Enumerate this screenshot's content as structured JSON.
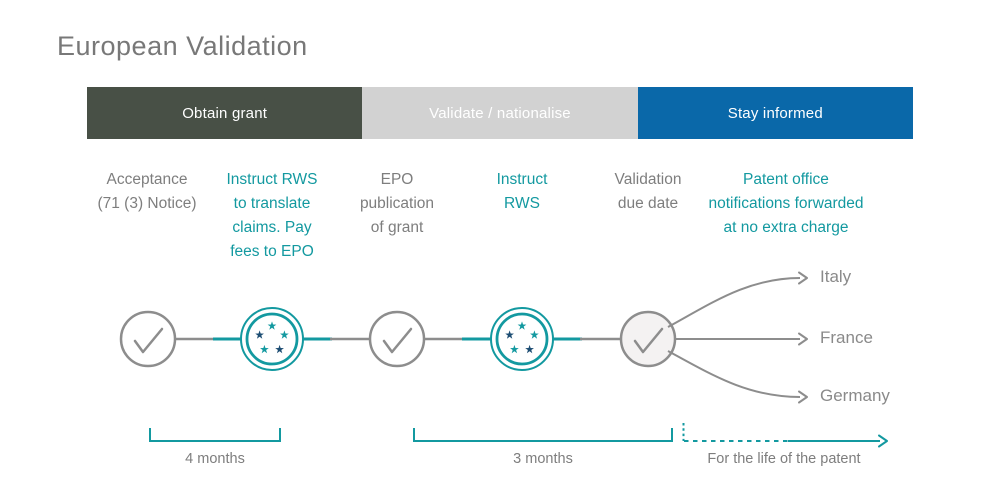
{
  "title": "European Validation",
  "phases": [
    {
      "label": "Obtain grant",
      "color": "#485046"
    },
    {
      "label": "Validate / nationalise",
      "color": "#d2d2d2"
    },
    {
      "label": "Stay informed",
      "color": "#0a68a9"
    }
  ],
  "steps": [
    {
      "label": "Acceptance\n(71 (3) Notice)",
      "highlighted": false
    },
    {
      "label": "Instruct RWS\nto translate\nclaims. Pay\nfees to EPO",
      "highlighted": true
    },
    {
      "label": "EPO\npublication\nof grant",
      "highlighted": false
    },
    {
      "label": "Instruct\nRWS",
      "highlighted": true
    },
    {
      "label": "Validation\ndue date",
      "highlighted": false
    },
    {
      "label": "Patent office\nnotifications forwarded\nat no extra charge",
      "highlighted": true
    }
  ],
  "countries": [
    {
      "label": "Italy"
    },
    {
      "label": "France"
    },
    {
      "label": "Germany"
    }
  ],
  "durations": [
    {
      "label": "4 months"
    },
    {
      "label": "3 months"
    },
    {
      "label": "For the life of the patent"
    }
  ],
  "icons": [
    "check-circle-icon",
    "rws-stars-icon",
    "branch-arrow-icon",
    "life-of-patent-arrow-icon"
  ],
  "colors": {
    "teal": "#1399a0",
    "navy": "#1d4d73",
    "gray_line": "#8d8d8d",
    "text_gray": "#7e7e7e",
    "title_gray": "#787878",
    "last_circle_fill": "#f4f2f2",
    "phase_dark": "#485046",
    "phase_light": "#d2d2d2",
    "phase_blue": "#0a68a9"
  }
}
